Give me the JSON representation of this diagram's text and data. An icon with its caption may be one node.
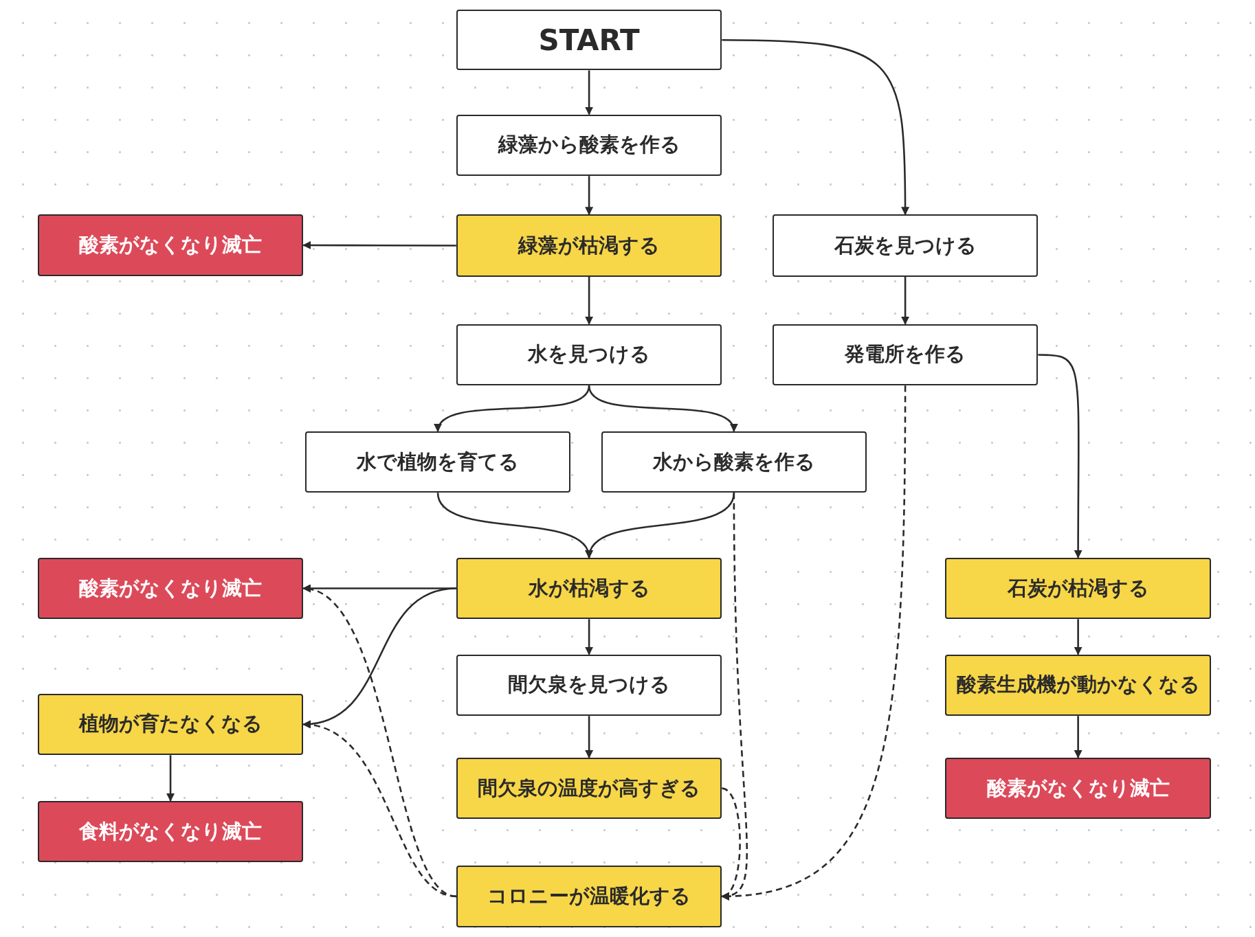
{
  "diagram": {
    "nodes": [
      {
        "text": [
          "START"
        ]
      },
      {
        "text": [
          "緑藻から酸素を作る"
        ]
      },
      {
        "text": [
          "酸素がなくなり滅亡"
        ]
      },
      {
        "text": [
          "緑藻が枯渇する"
        ]
      },
      {
        "text": [
          "石炭を見つける"
        ]
      },
      {
        "text": [
          "水を見つける"
        ]
      },
      {
        "text": [
          "発電所を作る"
        ]
      },
      {
        "text": [
          "水で植物を育てる"
        ]
      },
      {
        "text": [
          "水から酸素を作る"
        ]
      },
      {
        "text": [
          "酸素がなくなり滅亡"
        ]
      },
      {
        "text": [
          "水が枯渇する"
        ]
      },
      {
        "text": [
          "石炭が枯渇する"
        ]
      },
      {
        "text": [
          "間欠泉を見つける"
        ]
      },
      {
        "text": [
          "酸素生成機が動かなくなる"
        ]
      },
      {
        "text": [
          "植物が育たなくなる"
        ]
      },
      {
        "text": [
          "間欠泉の温度が高すぎる"
        ]
      },
      {
        "text": [
          "酸素がなくなり滅亡"
        ]
      },
      {
        "text": [
          "食料がなくなり滅亡"
        ]
      },
      {
        "text": [
          "コロニーが温暖化する"
        ]
      }
    ],
    "edges": [
      {
        "from": 0,
        "to": 1,
        "arrow": "to"
      },
      {
        "from": 0,
        "to": 4,
        "arrow": "to"
      },
      {
        "from": 1,
        "to": 3,
        "arrow": "to"
      },
      {
        "from": 3,
        "to": 2,
        "arrow": "to"
      },
      {
        "from": 3,
        "to": 5,
        "arrow": "to"
      },
      {
        "from": 4,
        "to": 6,
        "arrow": "to"
      },
      {
        "from": 5,
        "to": 7,
        "arrow": "to"
      },
      {
        "from": 5,
        "to": 8,
        "arrow": "to"
      },
      {
        "from": 7,
        "to": 10,
        "arrow": "to"
      },
      {
        "from": 8,
        "to": 10,
        "arrow": "to"
      },
      {
        "from": 6,
        "to": 11,
        "arrow": "to"
      },
      {
        "from": 10,
        "to": 9,
        "arrow": "to"
      },
      {
        "from": 10,
        "to": 14,
        "arrow": "to"
      },
      {
        "from": 10,
        "to": 12,
        "arrow": "to"
      },
      {
        "from": 12,
        "to": 15,
        "arrow": "to"
      },
      {
        "from": 11,
        "to": 13,
        "arrow": "to"
      },
      {
        "from": 13,
        "to": 16,
        "arrow": "to"
      },
      {
        "from": 14,
        "to": 17,
        "arrow": "to"
      },
      {
        "from": 15,
        "to": 18,
        "arrow": "to",
        "style": "dashed"
      },
      {
        "from": 8,
        "to": 18,
        "arrow": "to",
        "style": "dashed"
      },
      {
        "from": 6,
        "to": 18,
        "arrow": "to",
        "style": "dashed"
      },
      {
        "from": 18,
        "to": 9,
        "arrow": "to",
        "style": "dashed"
      },
      {
        "from": 18,
        "to": 14,
        "arrow": "to",
        "style": "dashed"
      }
    ]
  }
}
